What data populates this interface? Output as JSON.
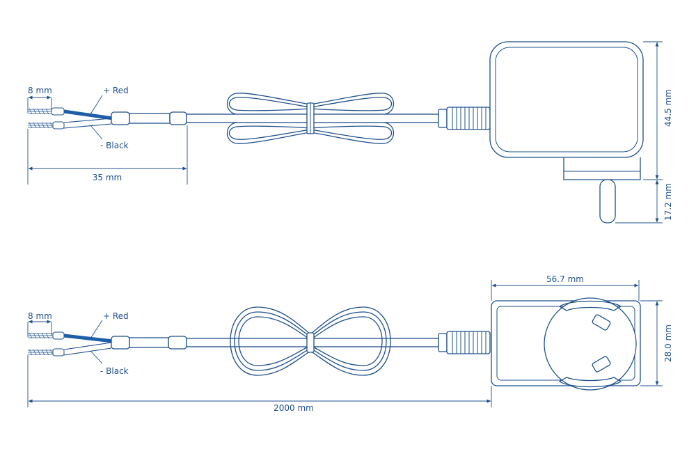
{
  "top_view": {
    "strip_length": "8 mm",
    "red_label": "+ Red",
    "black_label": "- Black",
    "sleeve_length": "35 mm",
    "body_height": "44.5 mm",
    "pin_length": "17.2 mm"
  },
  "bottom_view": {
    "strip_length": "8 mm",
    "red_label": "+ Red",
    "black_label": "- Black",
    "cable_length": "2000 mm",
    "body_width": "56.7 mm",
    "body_depth": "28.0 mm"
  },
  "colors": {
    "line": "#1d4f8c",
    "red_wire": "#1d5ea8"
  }
}
